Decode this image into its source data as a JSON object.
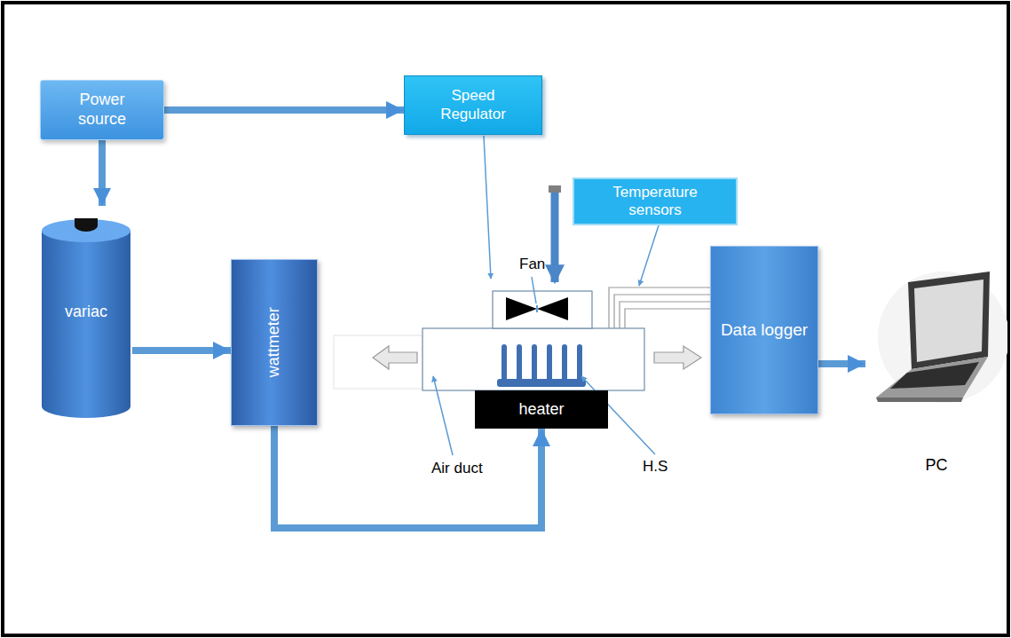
{
  "diagram": {
    "nodes": [
      {
        "text": [
          "Power source"
        ]
      },
      {
        "text": [
          "Speed Regulator"
        ]
      },
      {
        "text": [
          "Temperature sensors"
        ]
      },
      {
        "text": [
          "variac"
        ]
      },
      {
        "text": [
          "wattmeter"
        ]
      },
      {
        "text": [
          "heater"
        ]
      },
      {
        "text": [
          "Data logger"
        ]
      },
      {
        "text": [
          "PC"
        ]
      }
    ],
    "edges": [
      {
        "from": 0,
        "to": 1,
        "arrow": "to"
      },
      {
        "from": 0,
        "to": 3,
        "arrow": "to"
      },
      {
        "from": 3,
        "to": 4,
        "arrow": "to"
      },
      {
        "from": 4,
        "to": 5,
        "arrow": "to"
      },
      {
        "from": 6,
        "to": 7,
        "arrow": "to"
      }
    ],
    "labels": [
      "Fan",
      "Air duct",
      "H.S"
    ]
  }
}
